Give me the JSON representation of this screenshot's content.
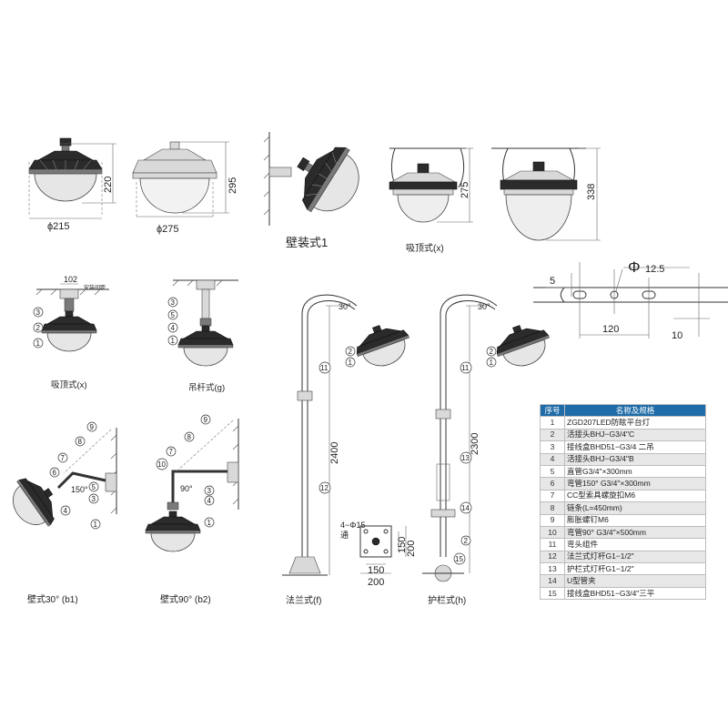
{
  "labels": {
    "dim_215": "ϕ215",
    "dim_220": "220",
    "dim_275": "ϕ275",
    "dim_295": "295",
    "wall1": "壁装式1",
    "dim_275b": "275",
    "dim_338": "338",
    "ceiling_x_top": "吸顶式(x)",
    "phi": "Φ",
    "dim_12_5": "12.5",
    "dim_5": "5",
    "dim_120": "120",
    "dim_10": "10",
    "dim_102": "102",
    "install_spacing": "安装间距",
    "ceiling_x": "吸顶式(x)",
    "pendant_g": "吊杆式(g)",
    "angle_30": "30°",
    "dim_2400": "2400",
    "dim_2300": "2300",
    "holes": "4−Φ15",
    "through": "通",
    "dim_150v": "150",
    "dim_200v": "200",
    "dim_150h": "150",
    "dim_200h": "200",
    "flange_f": "法兰式(f)",
    "rail_h": "护栏式(h)",
    "wall30": "壁式30° (b1)",
    "wall90": "壁式90° (b2)",
    "angle_150": "150°",
    "angle_90": "90°"
  },
  "table": {
    "header_no": "序号",
    "header_name": "名称及规格",
    "rows": [
      {
        "no": "1",
        "name": "ZGD207LED防眩平台灯"
      },
      {
        "no": "2",
        "name": "活接头BHJ−G3/4\"C"
      },
      {
        "no": "3",
        "name": "接线盒BHD51−G3/4 二吊"
      },
      {
        "no": "4",
        "name": "活接头BHJ−G3/4\"B"
      },
      {
        "no": "5",
        "name": "直管G3/4\"×300mm"
      },
      {
        "no": "6",
        "name": "弯管150° G3/4\"×300mm"
      },
      {
        "no": "7",
        "name": "CC型索具螺旋扣M6"
      },
      {
        "no": "8",
        "name": "链条(L=450mm)"
      },
      {
        "no": "9",
        "name": "膨胀螺钉M6"
      },
      {
        "no": "10",
        "name": "弯管90° G3/4\"×500mm"
      },
      {
        "no": "11",
        "name": "弯头组件"
      },
      {
        "no": "12",
        "name": "法兰式灯杆G1−1/2\""
      },
      {
        "no": "13",
        "name": "护栏式灯杆G1−1/2\""
      },
      {
        "no": "14",
        "name": "U型管夹"
      },
      {
        "no": "15",
        "name": "接线盒BHD51−G3/4\"三平"
      }
    ]
  },
  "callouts": {
    "c1": "1",
    "c2": "2",
    "c3": "3",
    "c4": "4",
    "c5": "5",
    "c6": "6",
    "c7": "7",
    "c8": "8",
    "c9": "9",
    "c10": "10",
    "c11": "11",
    "c12": "12",
    "c13": "13",
    "c14": "14",
    "c15": "15"
  }
}
